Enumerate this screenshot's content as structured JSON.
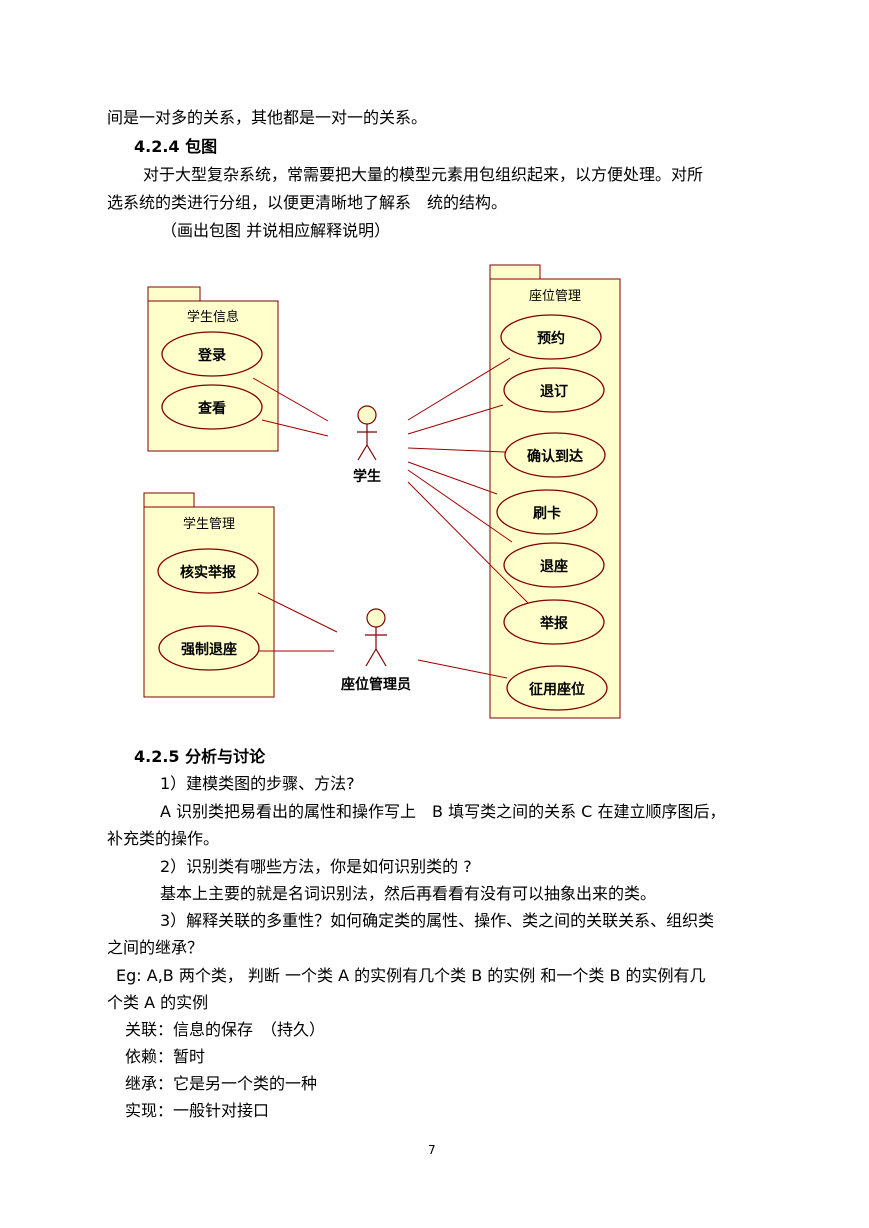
{
  "text": {
    "line1": "间是一对多的关系，其他都是一对一的关系。",
    "h424": "4.2.4 包图",
    "p1a": "对于大型复杂系统，常需要把大量的模型元素用包组织起来，以方便处理。对所",
    "p1b": "选系统的类进行分组，以便更清晰地了解系　统的结构。",
    "p1c": "（画出包图 并说相应解释说明）",
    "h425": "4.2.5 分析与讨论",
    "q1": "1）建模类图的步骤、方法?",
    "a1a": "A 识别类把易看出的属性和操作写上　B 填写类之间的关系 C 在建立顺序图后，",
    "a1b": "补充类的操作。",
    "q2": "2）识别类有哪些方法，你是如何识别类的 ?",
    "a2": "基本上主要的就是名词识别法，然后再看看有没有可以抽象出来的类。",
    "q3a": "3）解释关联的多重性？如何确定类的属性、操作、类之间的关联关系、组织类",
    "q3b": "之间的继承？",
    "eg_a": "Eg: A,B 两个类，  判断 一个类 A 的实例有几个类 B 的实例  和一个类 B 的实例有几",
    "eg_b": "个类 A 的实例",
    "r1": "关联：信息的保存　（持久）",
    "r2": "依赖：暂时",
    "r3": "继承：它是另一个类的一种",
    "r4": "实现：一般针对接口",
    "page_num": "7"
  },
  "diagram": {
    "pkg_student_info": "学生信息",
    "pkg_seat_mgmt": "座位管理",
    "pkg_student_mgmt": "学生管理",
    "uc_login": "登录",
    "uc_view": "查看",
    "uc_reserve": "预约",
    "uc_cancel": "退订",
    "uc_confirm": "确认到达",
    "uc_swipe": "刷卡",
    "uc_leave": "退座",
    "uc_report": "举报",
    "uc_requisition": "征用座位",
    "uc_verify": "核实举报",
    "uc_force": "强制退座",
    "actor_student": "学生",
    "actor_admin": "座位管理员",
    "colors": {
      "package_fill": "#ffffcc",
      "stroke": "#800000",
      "line": "#a00000"
    }
  }
}
